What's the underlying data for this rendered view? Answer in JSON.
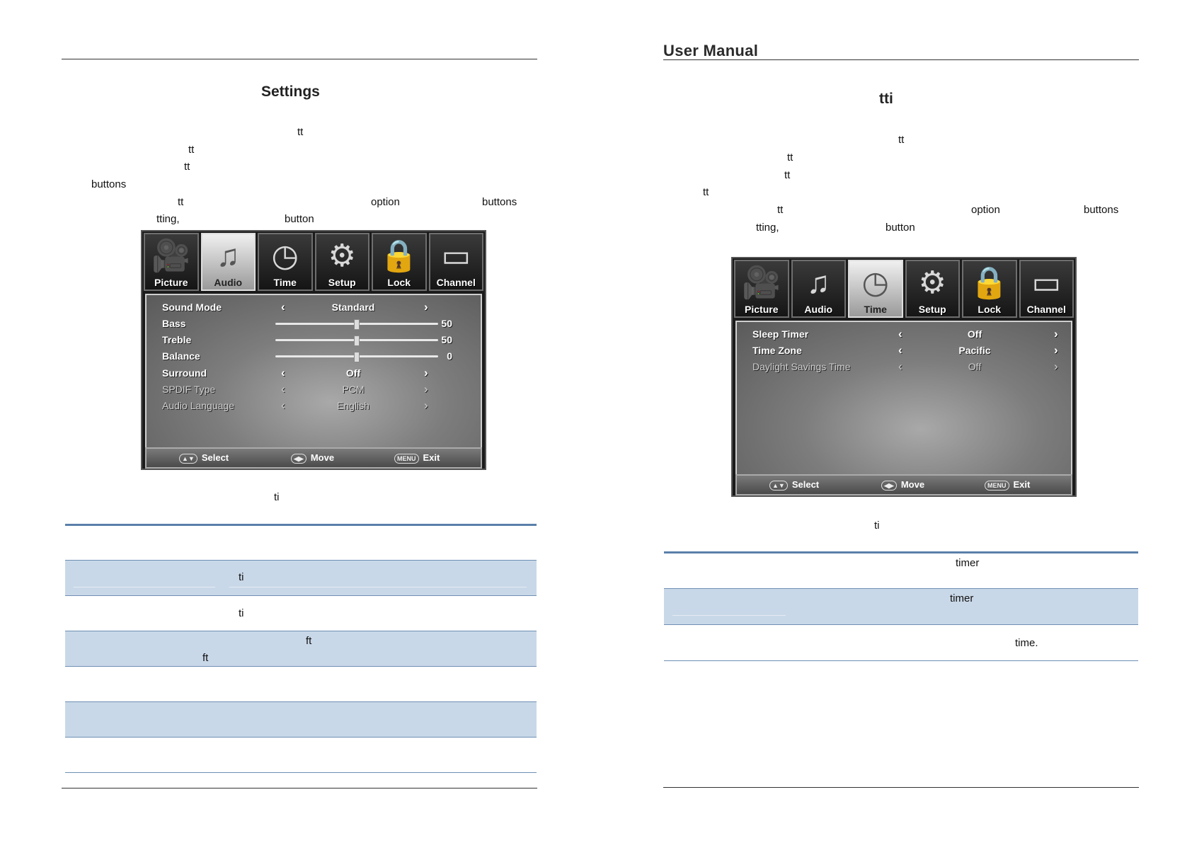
{
  "left_page": {
    "title": "Settings",
    "intro_fragments": [
      "tt",
      "tt",
      "tt",
      "buttons",
      "tt",
      "option",
      "buttons",
      "tting,",
      "button"
    ],
    "caption_fragment": "ti",
    "table_fragments": [
      "ti",
      "ti",
      "ft",
      "ft"
    ]
  },
  "right_page": {
    "header": "User Manual",
    "title": "tti",
    "intro_fragments": [
      "tt",
      "tt",
      "tt",
      "tt",
      "tt",
      "option",
      "buttons",
      "tting,",
      "button"
    ],
    "caption_fragment": "ti",
    "table_fragments": [
      "timer",
      "timer",
      "time."
    ]
  },
  "audio_menu": {
    "tabs": [
      {
        "label": "Picture",
        "icon": "camcorder-icon",
        "glyph": "🎥"
      },
      {
        "label": "Audio",
        "icon": "speaker-note-icon",
        "glyph": "♫",
        "active": true
      },
      {
        "label": "Time",
        "icon": "clock-icon",
        "glyph": "◷"
      },
      {
        "label": "Setup",
        "icon": "gear-icon",
        "glyph": "⚙"
      },
      {
        "label": "Lock",
        "icon": "padlock-icon",
        "glyph": "🔒"
      },
      {
        "label": "Channel",
        "icon": "monitor-icon",
        "glyph": "▭"
      }
    ],
    "rows": [
      {
        "name": "Sound Mode",
        "value": "Standard",
        "type": "select"
      },
      {
        "name": "Bass",
        "value": "50",
        "level": 0.5,
        "type": "slider"
      },
      {
        "name": "Treble",
        "value": "50",
        "level": 0.5,
        "type": "slider"
      },
      {
        "name": "Balance",
        "value": "0",
        "level": 0.5,
        "type": "slider"
      },
      {
        "name": "Surround",
        "value": "Off",
        "type": "select"
      },
      {
        "name": "SPDIF Type",
        "value": "PCM",
        "type": "select",
        "disabled": true
      },
      {
        "name": "Audio Language",
        "value": "English",
        "type": "select",
        "disabled": true
      }
    ],
    "footer": {
      "select": "Select",
      "move": "Move",
      "menu": "MENU",
      "exit": "Exit"
    }
  },
  "time_menu": {
    "tabs": [
      {
        "label": "Picture",
        "icon": "camcorder-icon",
        "glyph": "🎥"
      },
      {
        "label": "Audio",
        "icon": "speaker-note-icon",
        "glyph": "♫"
      },
      {
        "label": "Time",
        "icon": "clock-icon",
        "glyph": "◷",
        "active": true
      },
      {
        "label": "Setup",
        "icon": "gear-icon",
        "glyph": "⚙"
      },
      {
        "label": "Lock",
        "icon": "padlock-icon",
        "glyph": "🔒"
      },
      {
        "label": "Channel",
        "icon": "monitor-icon",
        "glyph": "▭"
      }
    ],
    "rows": [
      {
        "name": "Sleep Timer",
        "value": "Off",
        "type": "select"
      },
      {
        "name": "Time Zone",
        "value": "Pacific",
        "type": "select"
      },
      {
        "name": "Daylight Savings Time",
        "value": "Off",
        "type": "select",
        "disabled": true
      }
    ],
    "footer": {
      "select": "Select",
      "move": "Move",
      "menu": "MENU",
      "exit": "Exit"
    }
  }
}
